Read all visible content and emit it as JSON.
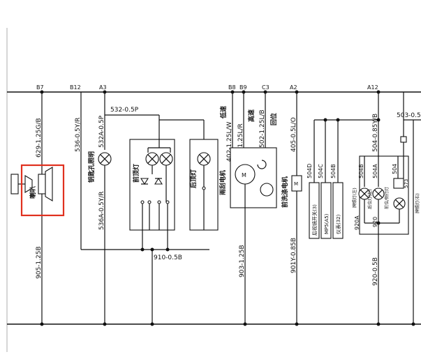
{
  "colors": {
    "line": "#111111",
    "highlight": "#e0301e",
    "background": "#ffffff"
  },
  "connectors": [
    "B7",
    "B12",
    "A3",
    "B8",
    "B9",
    "C3",
    "A2",
    "A12"
  ],
  "wires": {
    "horn_top": "629-1.25G/B",
    "horn_bottom": "905-1.25B",
    "key_top": "536-0.5Y/R",
    "key_mid": "532A-0.5P",
    "key_lower": "536A-0.5Y/R",
    "a3_top": "532-0.5P",
    "lamp_ground": "910-0.5B",
    "wiper_low": "402-1.25L/W",
    "wiper_high": "401-1.25L/R",
    "wiper_return": "502-1.25L/B",
    "wiper_ground": "903-1.25B",
    "washer_top": "405-0.5L/O",
    "washer_bottom": "901Y-0.85B",
    "p504_main": "504-0.85Y/B",
    "p504_right": "504",
    "p503": "503-0.5",
    "p573": "573",
    "p920_ground": "920-0.5B",
    "p920a": "920A",
    "p920": "920",
    "p504b": "504B",
    "p504a": "504A",
    "p504d": "504D",
    "p504c": "504C",
    "p504b_list": "504B"
  },
  "labels": {
    "horn": "喇叭",
    "keyhole_light": "钥匙孔照明",
    "front_dome": "前顶灯",
    "rear_dome": "后顶灯",
    "wiper_low": "低速",
    "wiper_high": "高速",
    "wiper_return": "回位",
    "wiper_motor": "雨刮电机",
    "washer_motor": "前洗涤电机",
    "rear_fog_switch": "后视镜开关(3)",
    "mp5": "MP5(A5)",
    "cluster": "仪表(32)",
    "plate_lamp_left": "牌照灯(左)",
    "rear_pos_left": "后位灯(左)",
    "front_pos_left": "前位/侧行灯",
    "plate_lamp_right": "牌照灯(右)"
  }
}
